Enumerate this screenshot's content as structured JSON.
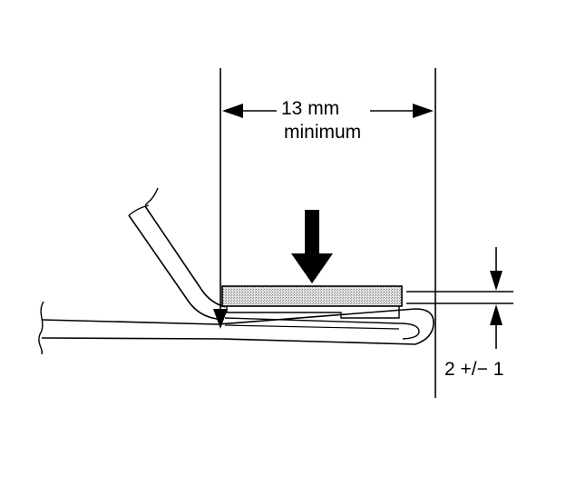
{
  "diagram": {
    "width_dimension": {
      "value_label": "13 mm",
      "qualifier_label": "minimum"
    },
    "gap_dimension": {
      "value_label": "2 +/− 1"
    },
    "colors": {
      "line": "#000000",
      "pad_fill": "#d8d8d8",
      "background": "#ffffff"
    },
    "icons": {
      "force_arrow": "down-arrow-icon",
      "dimension_arrows": "arrowhead-icon"
    }
  }
}
